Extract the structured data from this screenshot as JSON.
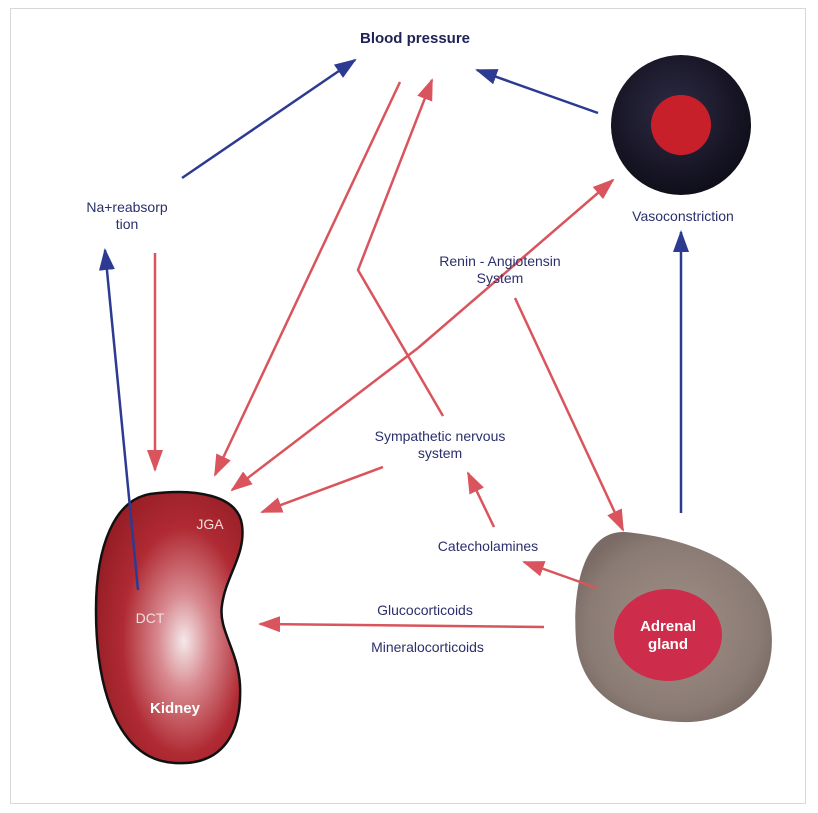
{
  "labels": {
    "blood_pressure": "Blood pressure",
    "vasoconstriction": "Vasoconstriction",
    "na_reabsorption_line1": "Na+reabsorp",
    "na_reabsorption_line2": "tion",
    "renin_line1": "Renin - Angiotensin",
    "renin_line2": "System",
    "sympathetic_line1": "Sympathetic nervous",
    "sympathetic_line2": "system",
    "catecholamines": "Catecholamines",
    "glucocorticoids": "Glucocorticoids",
    "mineralocorticoids": "Mineralocorticoids",
    "jga": "JGA",
    "dct": "DCT",
    "kidney": "Kidney",
    "adrenal_line1": "Adrenal",
    "adrenal_line2": "gland"
  },
  "colors": {
    "blue_arrow": "#2c3a92",
    "red_arrow": "#d9545c",
    "kidney": "#a01c24",
    "vessel_outer": "#161526",
    "vessel_inner": "#c8202a",
    "adrenal_outer": "#8d7f78",
    "adrenal_inner": "#cd2d4a"
  }
}
